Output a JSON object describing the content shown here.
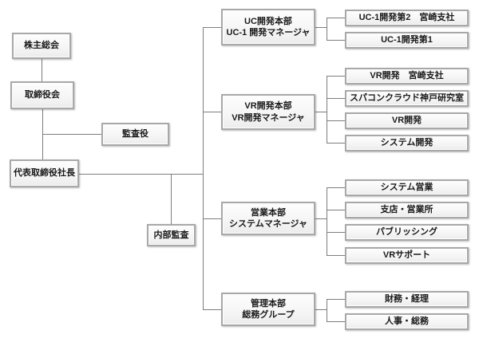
{
  "chart_type": "organization-chart",
  "colors": {
    "background": "#ffffff",
    "box_border": "#a8a8a8",
    "box_fill_top": "#fdfdfd",
    "box_fill_bottom": "#ececec",
    "connector_line": "#7d7d7d",
    "text": "#1a1a1a"
  },
  "nodes": {
    "shareholders": "株主総会",
    "board": "取締役会",
    "auditor": "監査役",
    "president": "代表取締役社長",
    "internal_audit": "内部監査"
  },
  "divisions": [
    {
      "line1": "UC開発本部",
      "line2": "UC-1 開発マネージャ",
      "children": [
        "UC-1開発第2　宮崎支社",
        "UC-1開発第1"
      ]
    },
    {
      "line1": "VR開発本部",
      "line2": "VR開発マネージャ",
      "children": [
        "VR開発　宮崎支社",
        "スパコンクラウド神戸研究室",
        "VR開発",
        "システム開発"
      ]
    },
    {
      "line1": "営業本部",
      "line2": "システムマネージャ",
      "children": [
        "システム営業",
        "支店・営業所",
        "パブリッシング",
        "VRサポート"
      ]
    },
    {
      "line1": "管理本部",
      "line2": "総務グループ",
      "children": [
        "財務・経理",
        "人事・総務"
      ]
    }
  ]
}
